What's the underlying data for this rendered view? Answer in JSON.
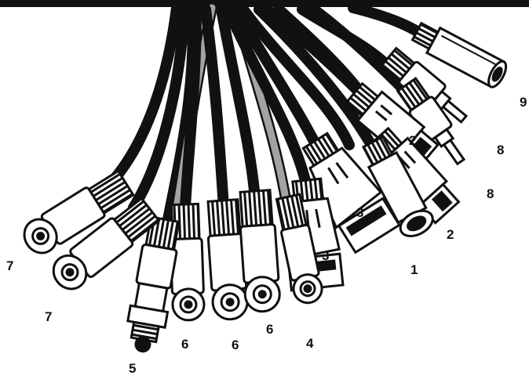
{
  "image": {
    "subject": "cable harness with multiple connector types"
  },
  "colors": {
    "cable": "#111111",
    "grey_cable": "#a3a3a3",
    "connector_fill": "#ffffff",
    "outline": "#111111"
  },
  "callouts": [
    {
      "id": "1",
      "text": "1"
    },
    {
      "id": "2a",
      "text": "2"
    },
    {
      "id": "2b",
      "text": "2"
    },
    {
      "id": "3a",
      "text": "3"
    },
    {
      "id": "3b",
      "text": "3"
    },
    {
      "id": "4",
      "text": "4"
    },
    {
      "id": "5",
      "text": "5"
    },
    {
      "id": "6a",
      "text": "6"
    },
    {
      "id": "6b",
      "text": "6"
    },
    {
      "id": "6c",
      "text": "6"
    },
    {
      "id": "7a",
      "text": "7"
    },
    {
      "id": "7b",
      "text": "7"
    },
    {
      "id": "8a",
      "text": "8"
    },
    {
      "id": "8b",
      "text": "8"
    },
    {
      "id": "9",
      "text": "9"
    }
  ]
}
